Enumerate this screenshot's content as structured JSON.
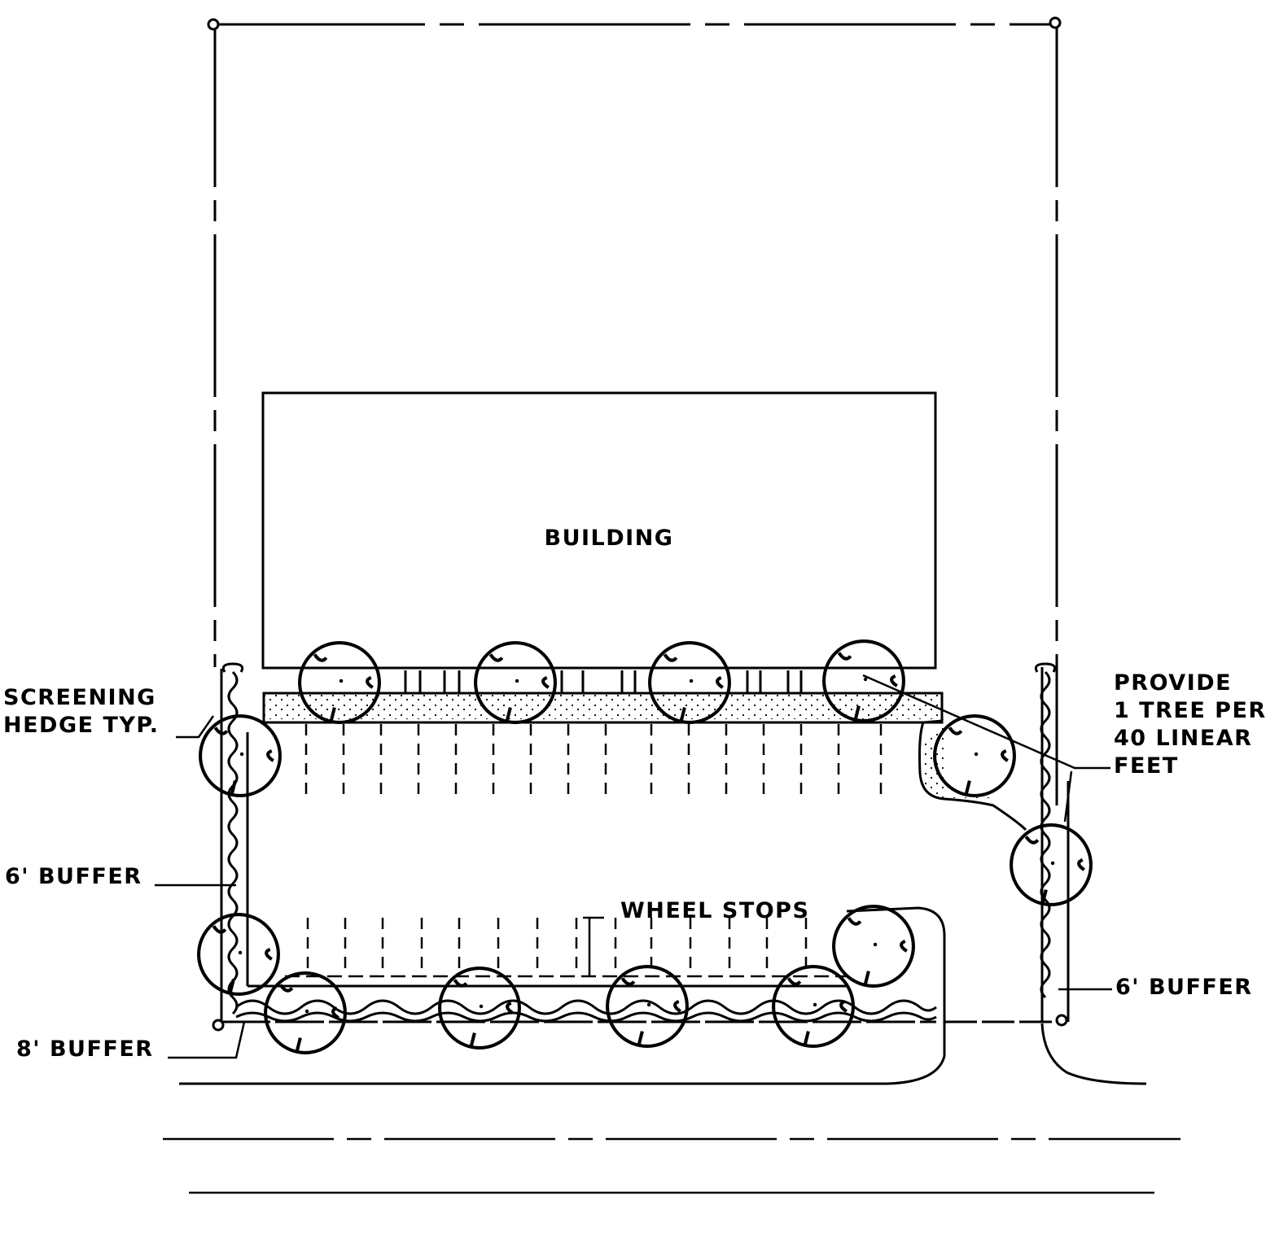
{
  "labels": {
    "building": "BUILDING",
    "screening_hedge": [
      "SCREENING",
      "HEDGE TYP."
    ],
    "buffer_west": "6' BUFFER",
    "buffer_south": "8' BUFFER",
    "buffer_east": "6' BUFFER",
    "wheel_stops": "WHEEL STOPS",
    "tree_rule": [
      "PROVIDE",
      "1 TREE PER",
      "40 LINEAR",
      "FEET"
    ]
  },
  "tree_symbol": "canopy-tree-icon",
  "colors": {
    "ink": "#000000",
    "paper": "#ffffff"
  }
}
